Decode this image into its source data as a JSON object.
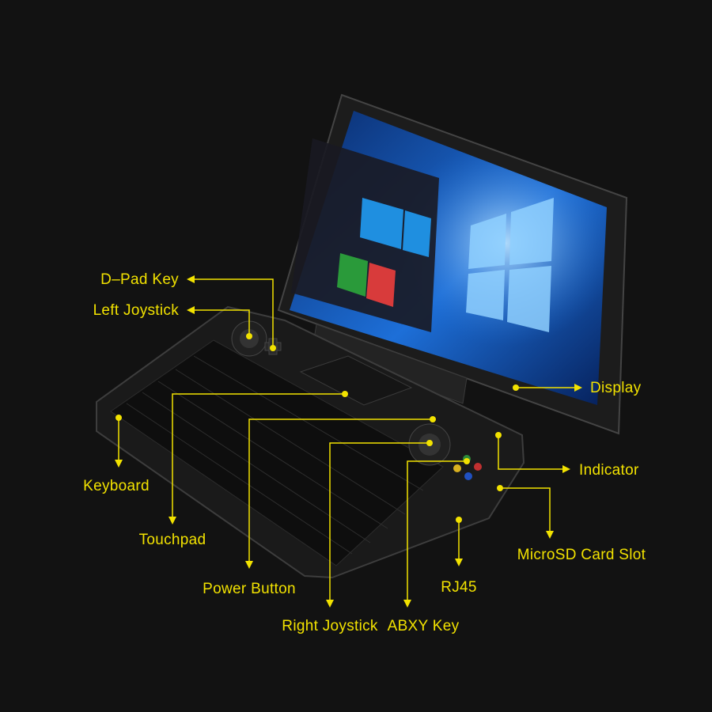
{
  "accent_color": "#f2e200",
  "labels": {
    "dpad": "D–Pad Key",
    "left_joystick": "Left Joystick",
    "display": "Display",
    "indicator": "Indicator",
    "keyboard": "Keyboard",
    "touchpad": "Touchpad",
    "microsd": "MicroSD Card Slot",
    "power": "Power Button",
    "rj45": "RJ45",
    "right_joystick": "Right Joystick",
    "abxy": "ABXY Key"
  }
}
